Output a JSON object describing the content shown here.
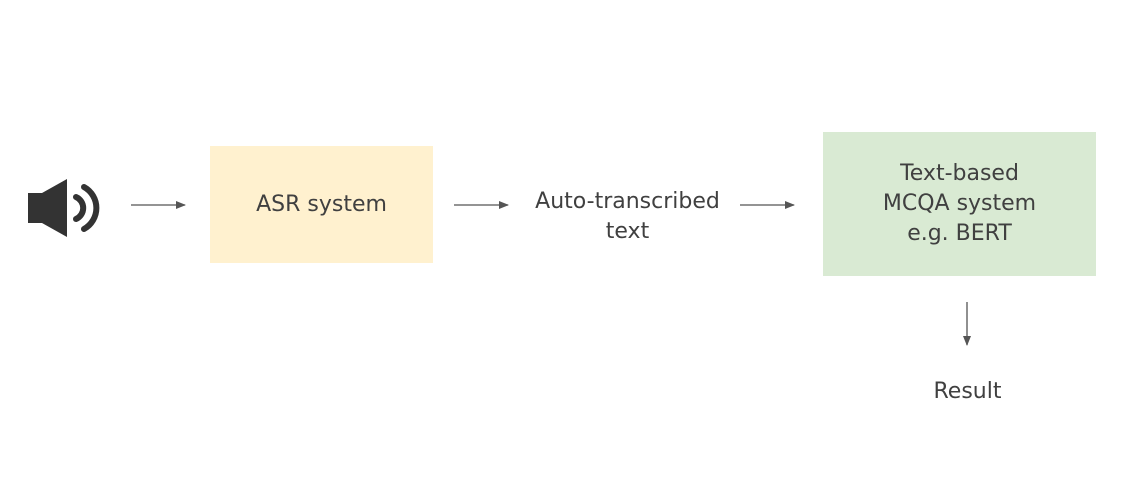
{
  "nodes": {
    "audio_input": {
      "icon": "speaker-icon"
    },
    "asr": {
      "label": "ASR system",
      "fill": "#fff1cf"
    },
    "transcribed": {
      "label": "Auto-transcribed\ntext"
    },
    "mcqa": {
      "label": "Text-based\nMCQA system\ne.g. BERT",
      "fill": "#d9ead3"
    },
    "result": {
      "label": "Result"
    }
  },
  "edges": [
    {
      "from": "audio_input",
      "to": "asr"
    },
    {
      "from": "asr",
      "to": "transcribed"
    },
    {
      "from": "transcribed",
      "to": "mcqa"
    },
    {
      "from": "mcqa",
      "to": "result"
    }
  ],
  "colors": {
    "text": "#404040",
    "arrow": "#555555",
    "icon": "#333333"
  }
}
